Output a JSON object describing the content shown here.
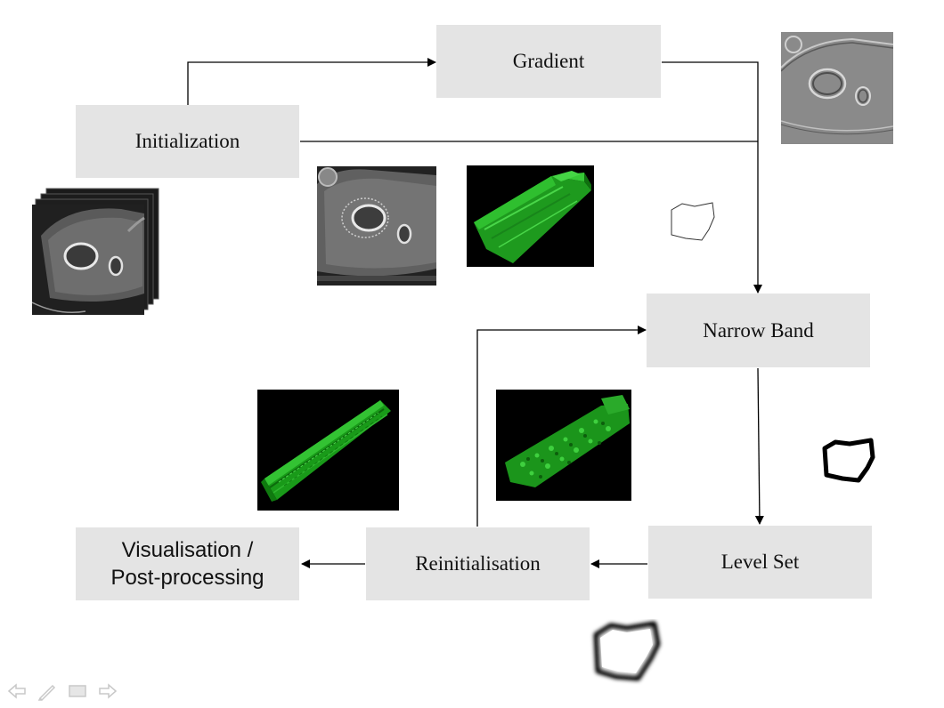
{
  "nodes": {
    "gradient": "Gradient",
    "initialization": "Initialization",
    "narrow_band": "Narrow Band",
    "level_set": "Level Set",
    "reinitialisation": "Reinitialisation",
    "visualisation_line1": "Visualisation /",
    "visualisation_line2": "Post-processing"
  },
  "images": [
    "ct-slice-stack",
    "ct-slice-with-contour",
    "green-3d-initial-volume",
    "gradient-edge-image",
    "thin-contour-outline",
    "thick-contour-outline",
    "green-3d-narrow-band-volume",
    "green-3d-final-volume",
    "blurred-contour-distance-map"
  ],
  "nav": {
    "icons": [
      "arrow-left-icon",
      "pencil-icon",
      "menu-icon",
      "arrow-right-icon"
    ],
    "color": "#c8c8c8"
  },
  "colors": {
    "box": "#e4e4e4",
    "arrow": "#000000",
    "green_volume": "#22aa22"
  }
}
